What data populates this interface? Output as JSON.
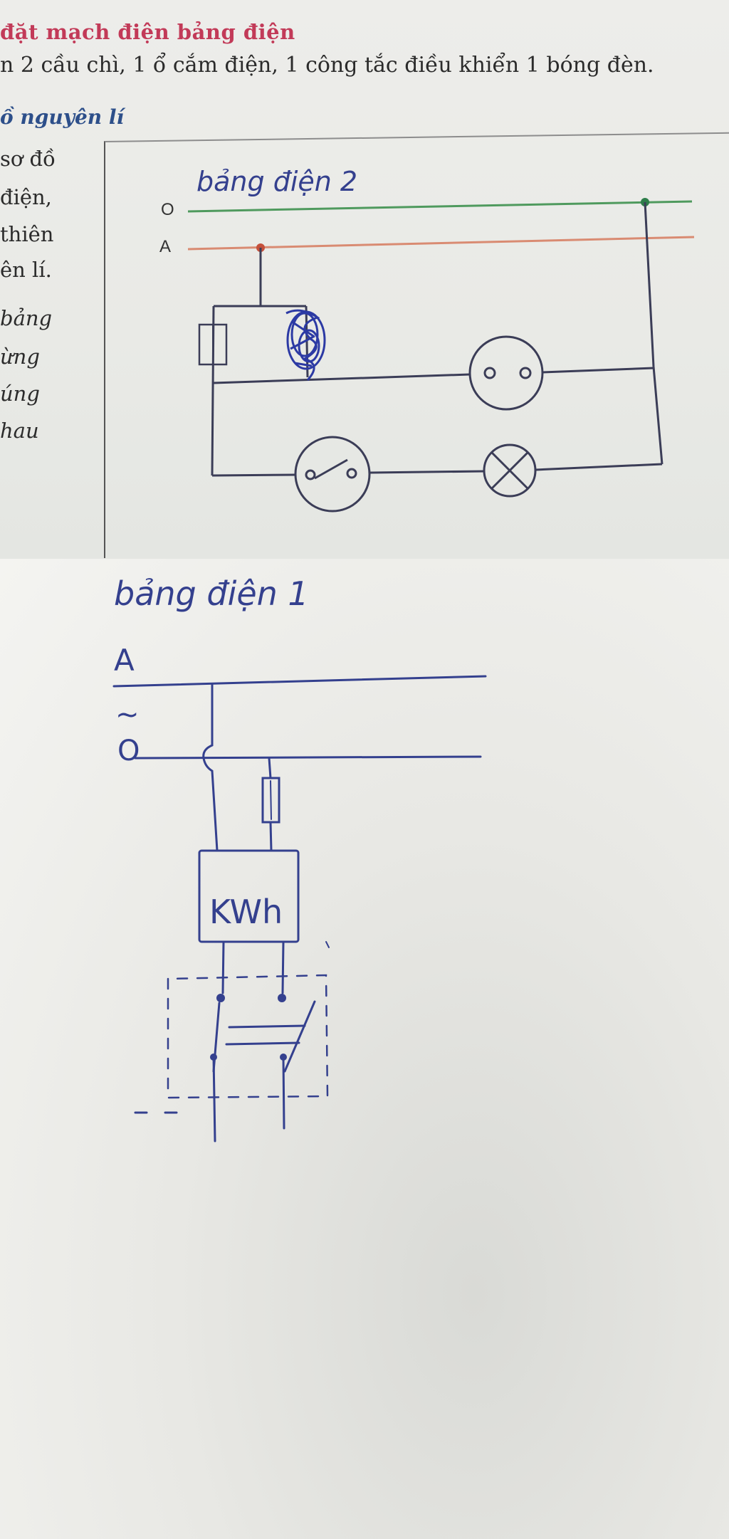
{
  "printed": {
    "heading": "đặt mạch điện bảng điện",
    "task_line": "n 2 cầu chì, 1 ổ cắm điện, 1 công tắc điều khiển 1 bóng đèn.",
    "subheading": "ồ nguyên lí",
    "left_column": [
      "sơ đồ",
      "điện,",
      "thiên",
      "ên lí.",
      "bảng",
      "ừng",
      "úng",
      "hau"
    ]
  },
  "diagram_top": {
    "handwritten_title": "bảng điện 2",
    "wire_labels": {
      "neutral": "O",
      "phase": "A"
    },
    "components": [
      "fuse-icon",
      "scribble-mark",
      "socket-icon",
      "switch-icon",
      "lamp-icon"
    ],
    "colors": {
      "neutral_wire": "#4f9a5e",
      "phase_wire": "#d98b72",
      "ink": "#3b3d57"
    }
  },
  "diagram_bottom": {
    "handwritten_title": "bảng điện 1",
    "wire_labels": {
      "phase": "A",
      "ac_symbol": "~",
      "neutral": "O"
    },
    "meter_label": "KWh",
    "components": [
      "fuse-icon",
      "kwh-meter-icon",
      "double-pole-switch-icon"
    ],
    "colors": {
      "pen_ink": "#34408e"
    }
  }
}
